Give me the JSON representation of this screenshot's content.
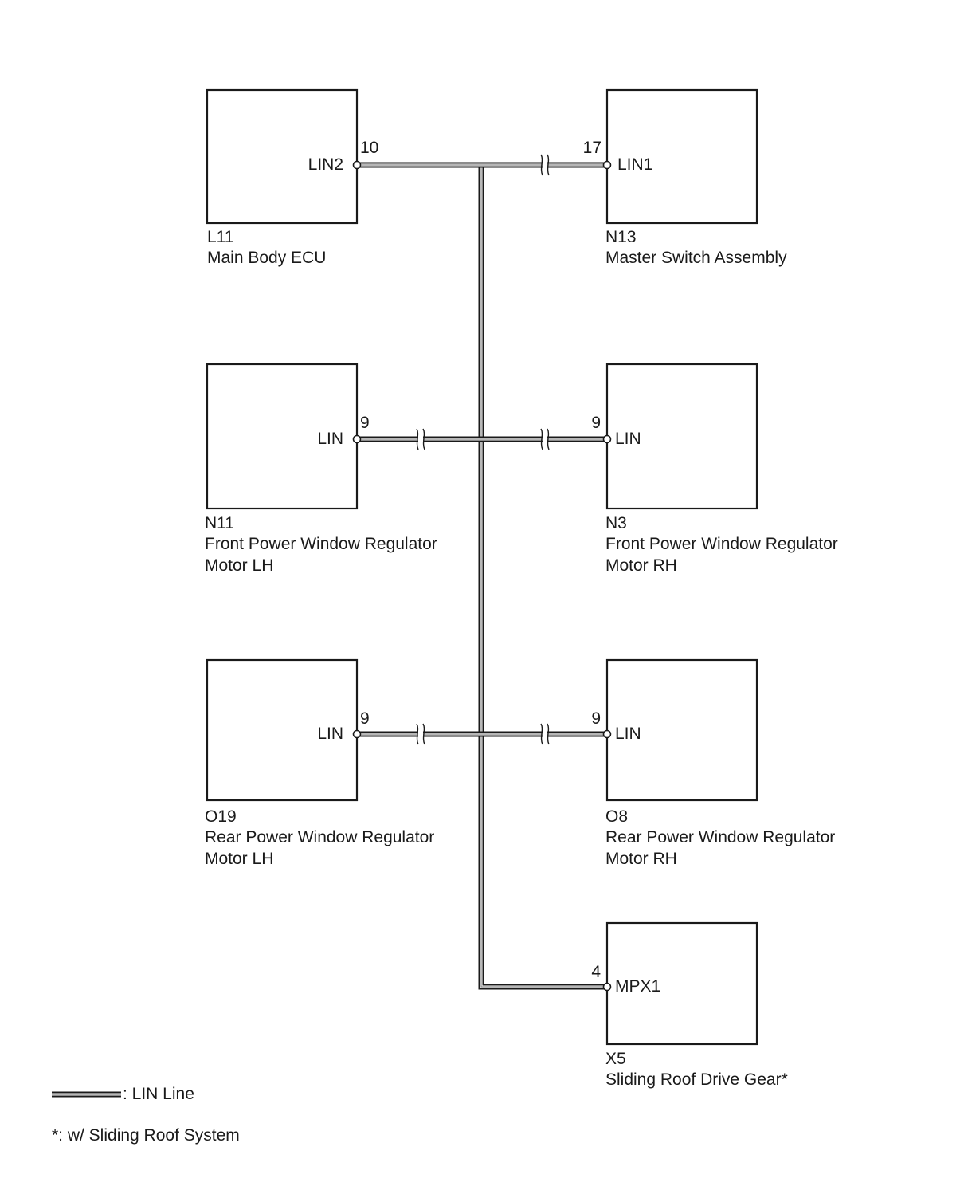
{
  "components": [
    {
      "code": "L11",
      "name_lines": [
        "Main Body ECU"
      ],
      "pin_label": "LIN2",
      "pin_number": "10"
    },
    {
      "code": "N13",
      "name_lines": [
        "Master Switch Assembly"
      ],
      "pin_label": "LIN1",
      "pin_number": "17"
    },
    {
      "code": "N11",
      "name_lines": [
        "Front Power Window Regulator",
        "Motor LH"
      ],
      "pin_label": "LIN",
      "pin_number": "9"
    },
    {
      "code": "N3",
      "name_lines": [
        "Front Power Window Regulator",
        "Motor RH"
      ],
      "pin_label": "LIN",
      "pin_number": "9"
    },
    {
      "code": "O19",
      "name_lines": [
        "Rear Power Window Regulator",
        "Motor LH"
      ],
      "pin_label": "LIN",
      "pin_number": "9"
    },
    {
      "code": "O8",
      "name_lines": [
        "Rear Power Window Regulator",
        "Motor RH"
      ],
      "pin_label": "LIN",
      "pin_number": "9"
    },
    {
      "code": "X5",
      "name_lines": [
        "Sliding Roof Drive Gear*"
      ],
      "pin_label": "MPX1",
      "pin_number": "4"
    }
  ],
  "legend": {
    "wire_label": ": LIN Line",
    "footnote": "*: w/ Sliding Roof System"
  }
}
